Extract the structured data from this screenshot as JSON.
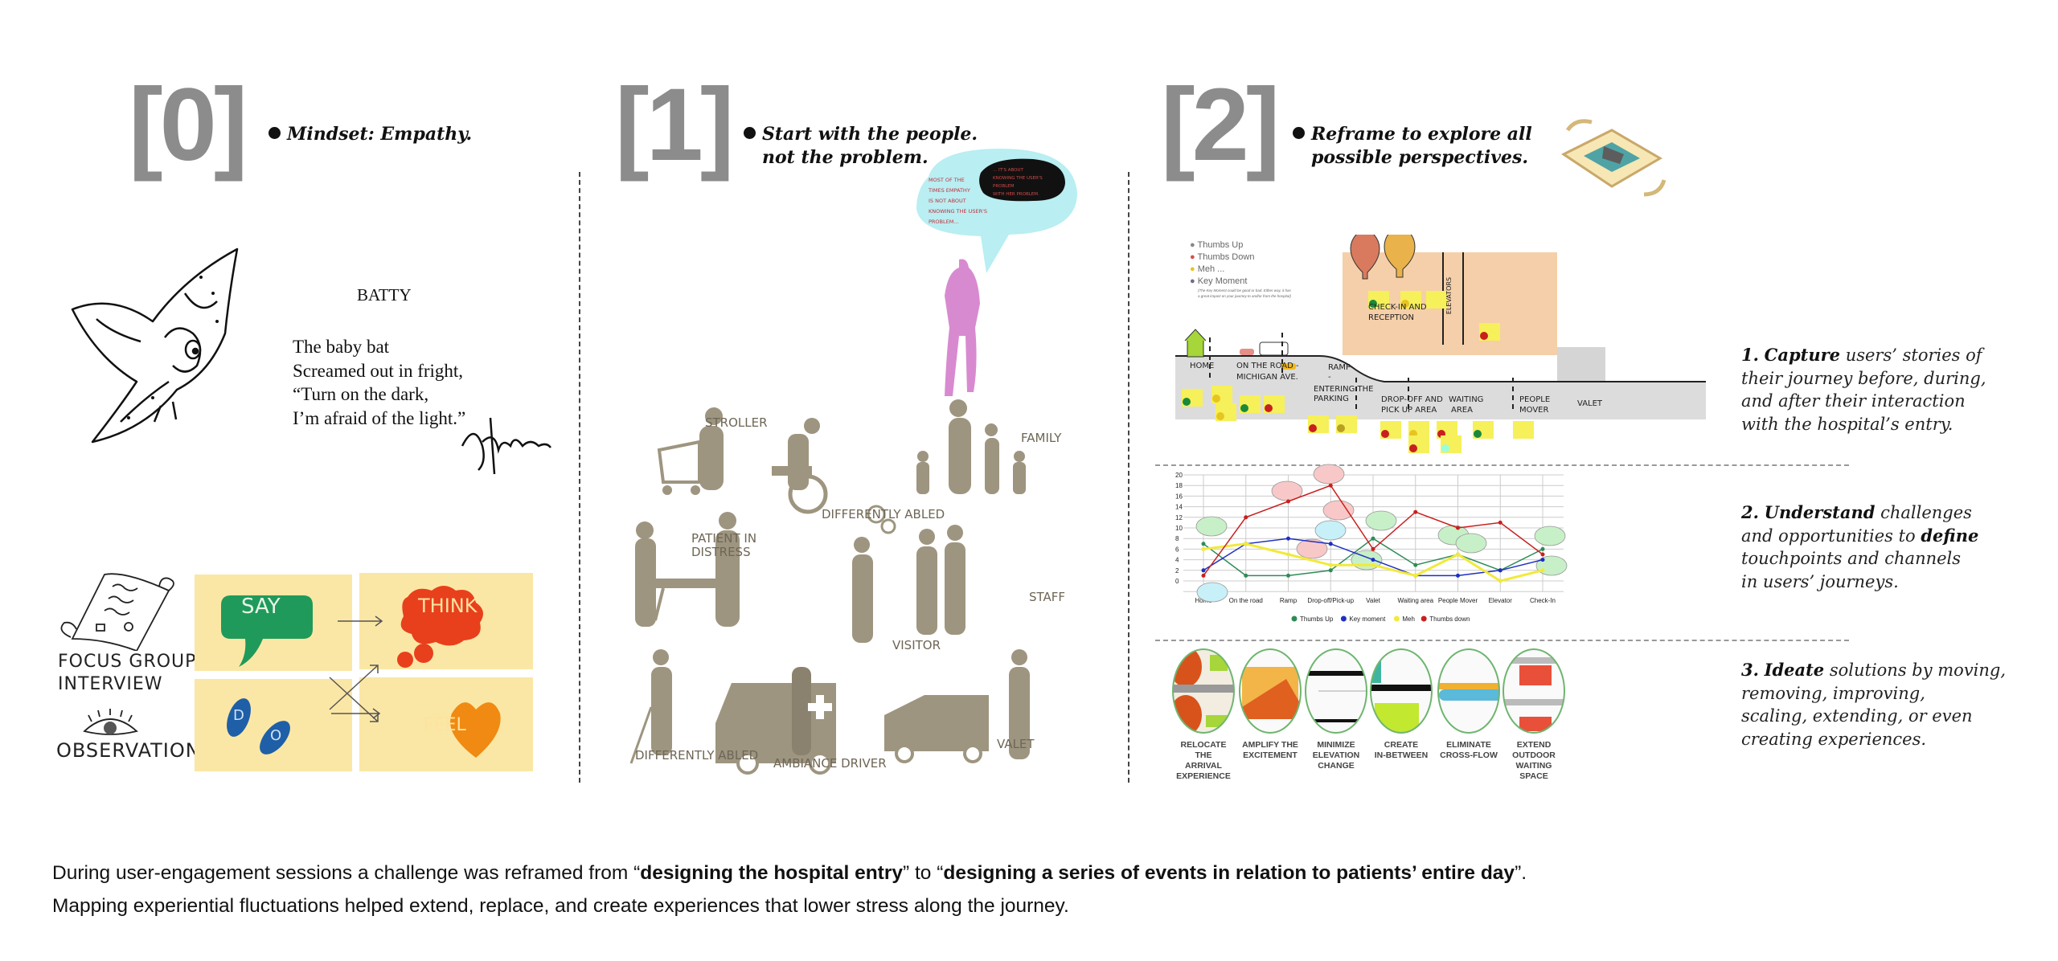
{
  "sections": [
    {
      "number": "[0]",
      "heading": "Mindset: Empathy."
    },
    {
      "number": "[1]",
      "heading_line1": "Start with the people.",
      "heading_line2": "not the problem."
    },
    {
      "number": "[2]",
      "heading_line1": "Reframe to explore all",
      "heading_line2": "possible perspectives."
    }
  ],
  "poem": {
    "title": "BATTY",
    "lines": [
      "The baby bat",
      "Screamed out in fright,",
      "“Turn on the dark,",
      "I’m afraid of the light.”"
    ],
    "signature": "Shel Silverstein"
  },
  "empathy_map": {
    "methods": [
      "FOCUS GROUP/",
      "INTERVIEW",
      "OBSERVATION"
    ],
    "quadrants": [
      "SAY",
      "THINK",
      "D",
      "O",
      "FEEL"
    ],
    "colors": {
      "say": "#1f9a5a",
      "think": "#e8401c",
      "do": "#1e5fa8",
      "feel": "#f08a12",
      "paper": "#fbe7a5"
    }
  },
  "speech_bubble": {
    "left_text": [
      "MOST OF THE",
      "TIMES EMPATHY",
      "IS NOT ABOUT",
      "KNOWING THE USER'S",
      "PROBLEM..."
    ],
    "right_text": [
      "... IT'S ABOUT",
      "KNOWING THE USER'S",
      "PROBLEM",
      "WITH HER PROBLEM."
    ]
  },
  "people_labels": [
    "STROLLER",
    "DIFFERENTLY ABLED",
    "FAMILY",
    "PATIENT IN",
    "DISTRESS",
    "STAFF",
    "VISITOR",
    "DIFFERENTLY ABLED",
    "AMBIANCE DRIVER",
    "VALET"
  ],
  "journey_map": {
    "legend": [
      "Thumbs Up",
      "Thumbs Down",
      "Meh ...",
      "Key Moment"
    ],
    "legend_note": [
      "(The Key Moment could be good or bad. Either way, it has",
      "a great impact on your journey to and/or from the hospital)"
    ],
    "stages": [
      "HOME",
      "ON THE ROAD -",
      "MICHIGAN AVE.",
      "RAMP -",
      "ENTERING THE PARKING",
      "DROP-OFF AND",
      "PICK UP AREA",
      "WAITING",
      "AREA",
      "PEOPLE",
      "MOVER",
      "VALET"
    ],
    "building_labels": [
      "CHECK-IN AND",
      "RECEPTION",
      "ELEVATORS"
    ]
  },
  "chart_data": {
    "type": "line",
    "title": "",
    "xlabel": "",
    "ylabel": "",
    "categories": [
      "Home",
      "On the road",
      "Ramp",
      "Drop-off/Pick-up",
      "Valet",
      "Waiting area",
      "People Mover",
      "Elevator",
      "Check-In"
    ],
    "ylim": [
      -2,
      20
    ],
    "yticks": [
      0,
      2,
      4,
      6,
      8,
      10,
      12,
      14,
      16,
      18,
      20
    ],
    "grid": true,
    "legend_position": "bottom",
    "series": [
      {
        "name": "Thumbs Up",
        "color": "#2e8b57",
        "values": [
          7,
          1,
          1,
          2,
          8,
          3,
          5,
          2,
          6
        ]
      },
      {
        "name": "Key moment",
        "color": "#1f2fbf",
        "values": [
          2,
          7,
          8,
          7,
          4,
          1,
          1,
          2,
          4
        ]
      },
      {
        "name": "Meh",
        "color": "#f2ea3a",
        "values": [
          6,
          7,
          5,
          3,
          3,
          1,
          5,
          0,
          2
        ]
      },
      {
        "name": "Thumbs down",
        "color": "#c8201e",
        "values": [
          1,
          12,
          15,
          18,
          6,
          13,
          10,
          11,
          5
        ]
      }
    ]
  },
  "ideas": [
    [
      "RELOCATE THE",
      "ARRIVAL EXPERIENCE"
    ],
    [
      "AMPLIFY THE",
      "EXCITEMENT"
    ],
    [
      "MINIMIZE",
      "ELEVATION CHANGE"
    ],
    [
      "CREATE",
      "IN-BETWEEN"
    ],
    [
      "ELIMINATE",
      "CROSS-FLOW"
    ],
    [
      "EXTEND OUTDOOR",
      "WAITING SPACE"
    ]
  ],
  "steps": [
    {
      "num": "1.",
      "keyword": "Capture",
      "l1": " users’ stories of",
      "l2": "their journey before, during,",
      "l3": "and after their interaction",
      "l4": "with the hospital’s entry."
    },
    {
      "num": "2.",
      "keyword": "Understand",
      "l1": " challenges",
      "l2a": "and opportunities to ",
      "l2b": "define",
      "l3": "touchpoints and channels",
      "l4": "in users’ journeys."
    },
    {
      "num": "3.",
      "keyword": "Ideate",
      "l1": " solutions by moving,",
      "l2": "removing, improving,",
      "l3": "scaling, extending, or even",
      "l4": "creating experiences."
    }
  ],
  "caption": {
    "p1_a": "During user-engagement sessions a challenge was reframed from “",
    "p1_b": "designing the hospital entry",
    "p1_c": "” to “",
    "p1_d": "designing a series of events in relation to patients’ entire day",
    "p1_e": "”.",
    "p2": "Mapping experiential fluctuations helped extend, replace, and create experiences that lower stress along the journey."
  }
}
